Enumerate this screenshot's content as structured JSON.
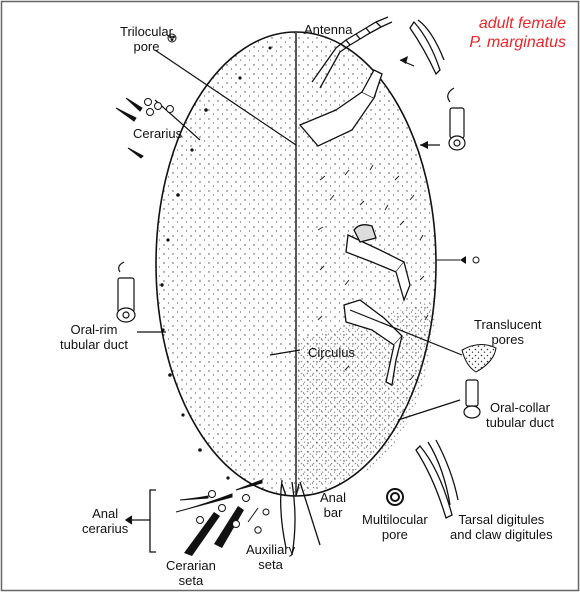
{
  "title": {
    "line1": "adult female",
    "line2": "P. marginatus",
    "color": "#e8262b"
  },
  "labels": {
    "trilocular_pore": [
      "Trilocular",
      "pore"
    ],
    "antenna": "Antenna",
    "cerarius": "Cerarius",
    "oral_rim": [
      "Oral-rim",
      "tubular duct"
    ],
    "circulus": "Circulus",
    "translucent_pores": [
      "Translucent",
      "pores"
    ],
    "oral_collar": [
      "Oral-collar",
      "tubular duct"
    ],
    "anal_cerarius": [
      "Anal",
      "cerarius"
    ],
    "anal_bar": [
      "Anal",
      "bar"
    ],
    "multilocular_pore": [
      "Multilocular",
      "pore"
    ],
    "tarsal": [
      "Tarsal digitules",
      "and claw digitules"
    ],
    "cerarian_seta": [
      "Cerarian",
      "seta"
    ],
    "auxiliary_seta": [
      "Auxiliary",
      "seta"
    ]
  },
  "colors": {
    "ink": "#111111",
    "frame": "#555555"
  }
}
